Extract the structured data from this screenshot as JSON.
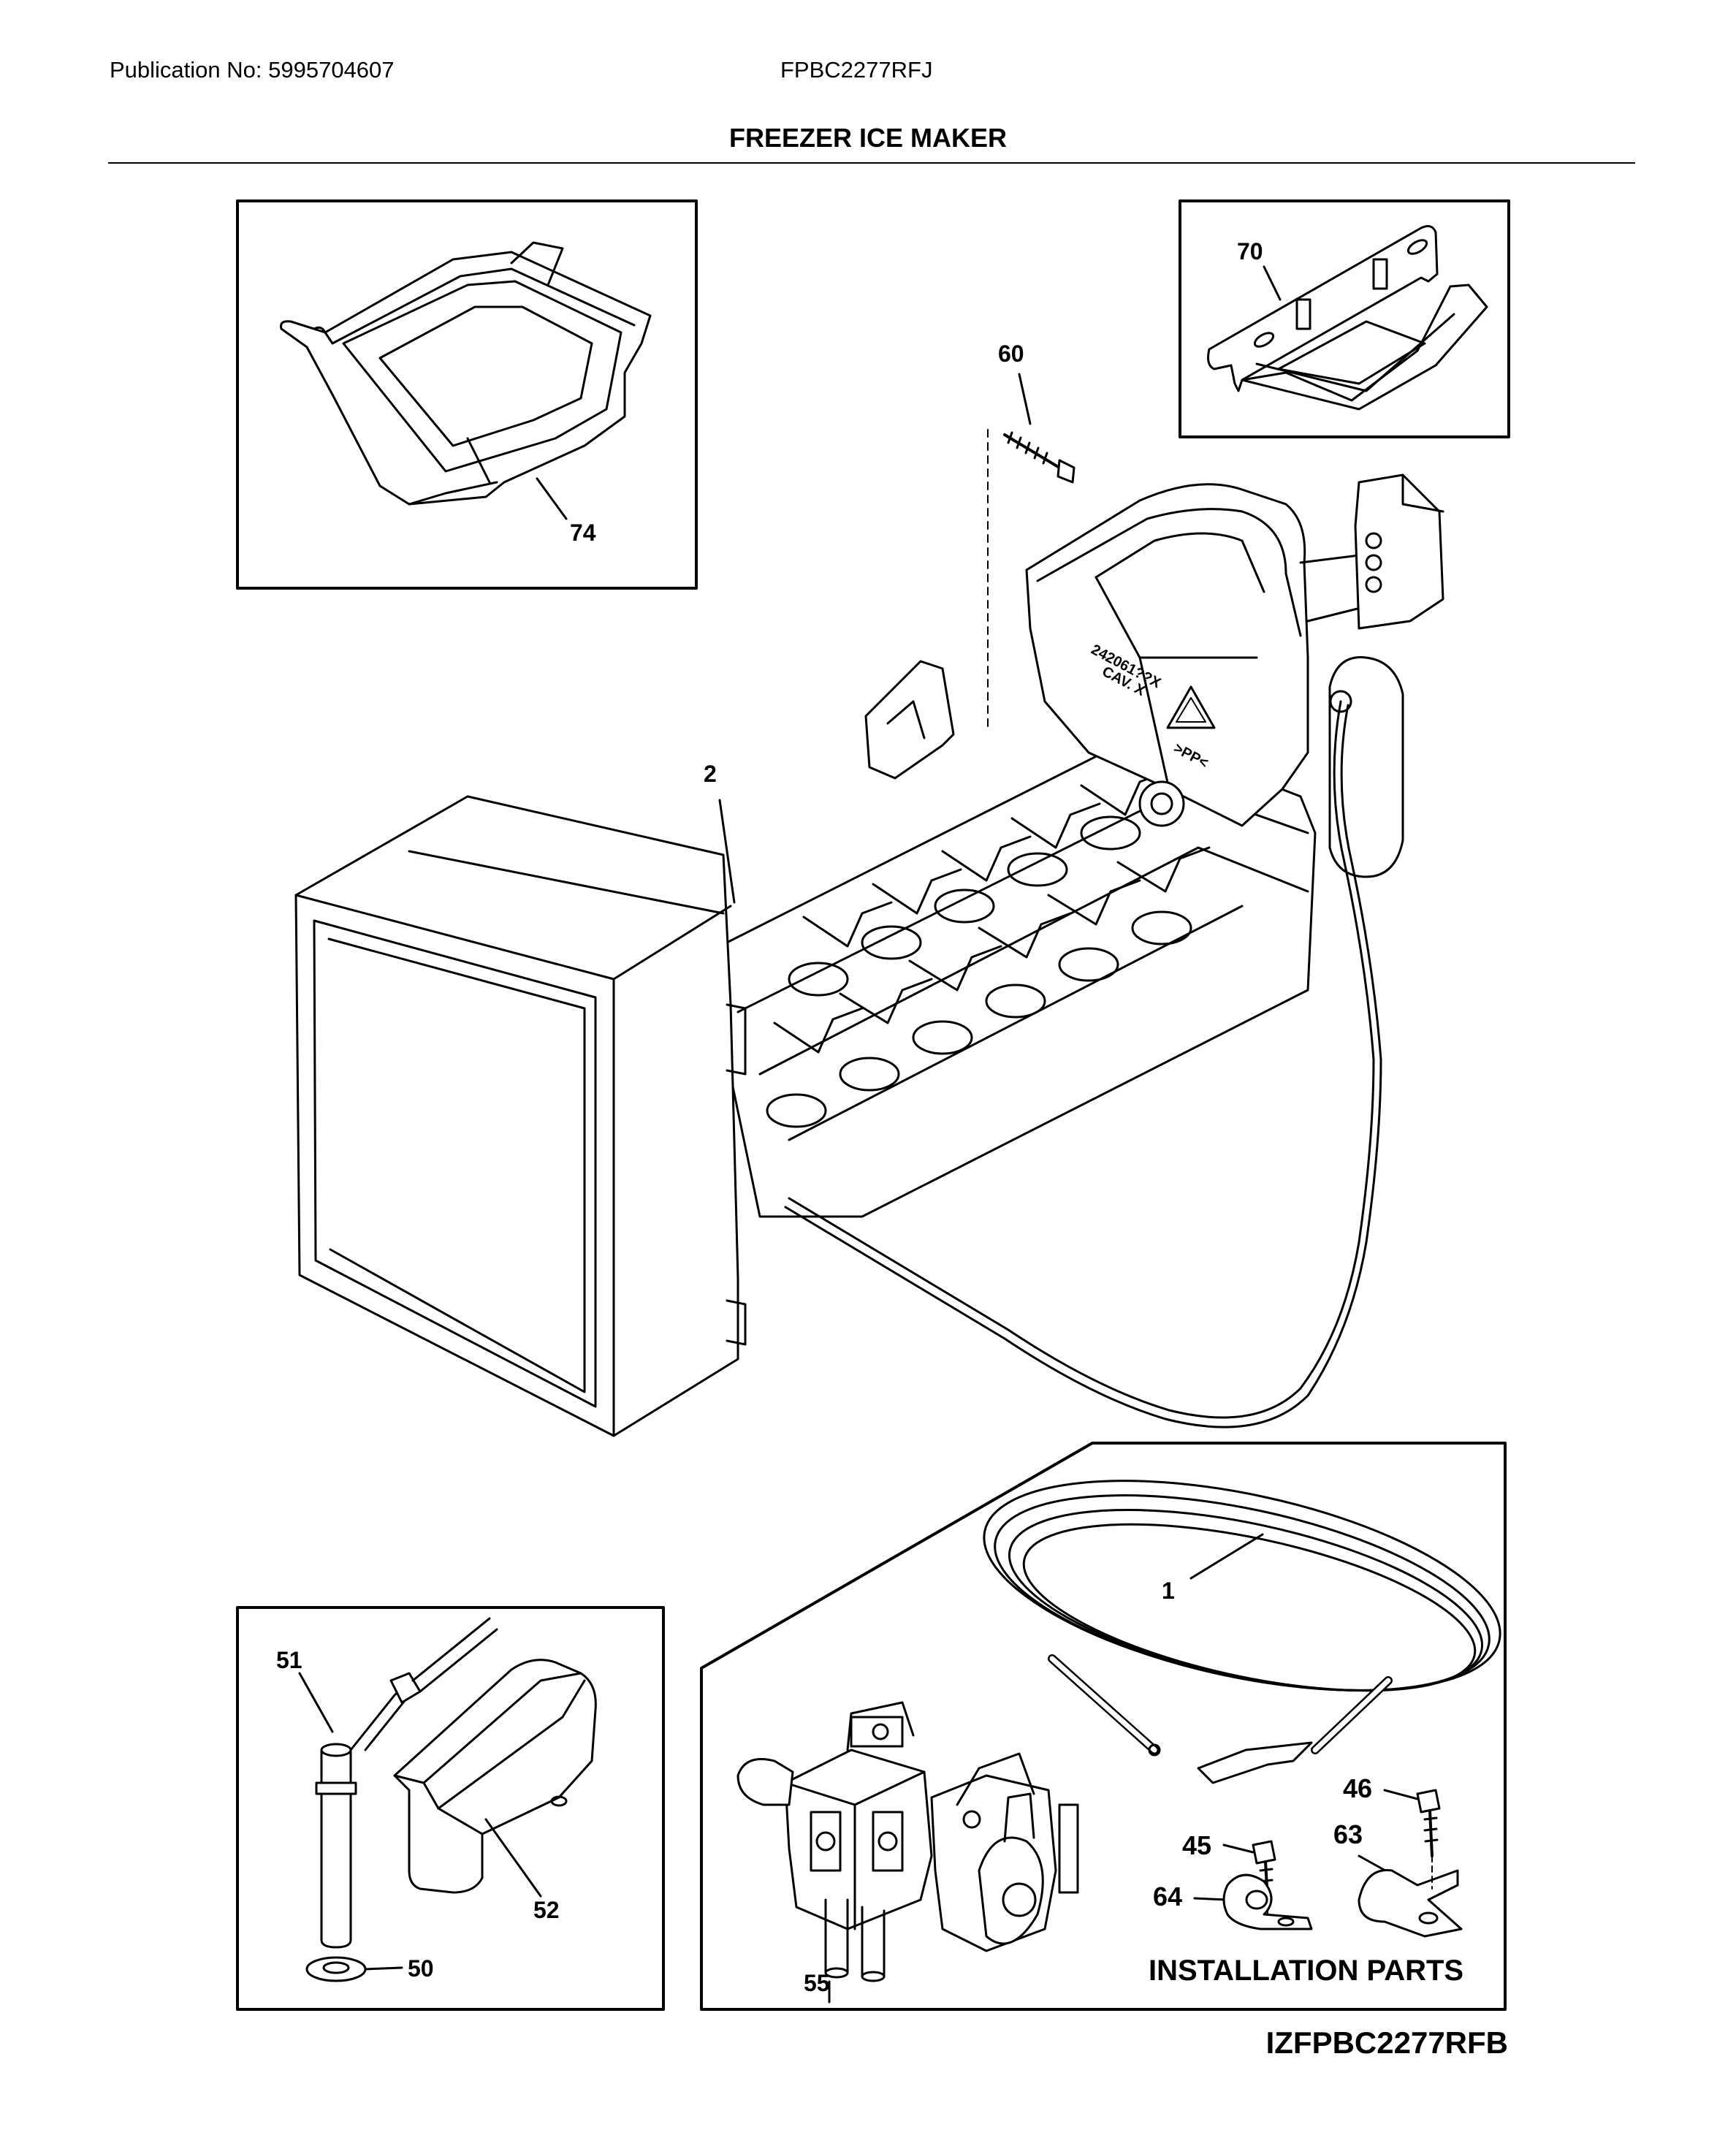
{
  "header": {
    "publication": "Publication No: 5995704607",
    "model": "FPBC2277RFJ",
    "title": "FREEZER ICE MAKER"
  },
  "callouts": {
    "c74": "74",
    "c70": "70",
    "c60": "60",
    "c2": "2",
    "c1": "1",
    "c51": "51",
    "c52": "52",
    "c50": "50",
    "c55": "55",
    "c46": "46",
    "c45": "45",
    "c63": "63",
    "c64": "64"
  },
  "part_markings": {
    "ice_maker_mold": "242061??X",
    "ice_maker_cavity": "CAV. X",
    "recycle_code": ">PP<"
  },
  "installation_label": "INSTALLATION PARTS",
  "footer_code": "IZFPBC2277RFB"
}
